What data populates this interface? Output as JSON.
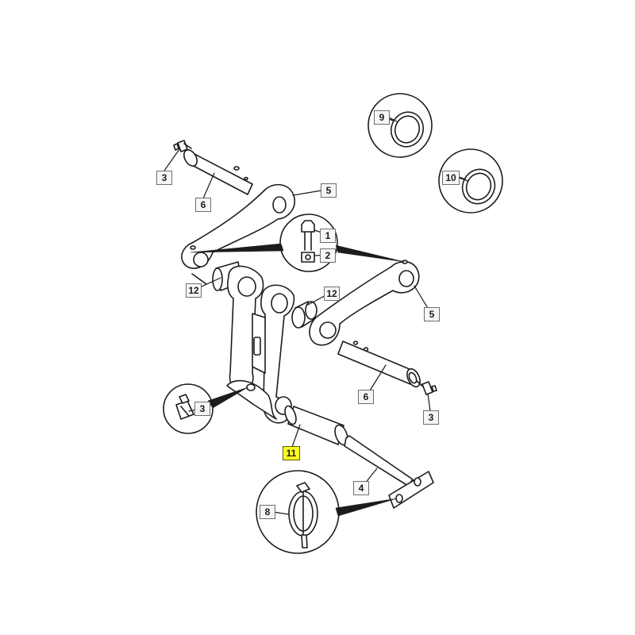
{
  "diagram": {
    "callouts": {
      "part_1": "1",
      "part_2": "2",
      "part_3_top_left": "3",
      "part_3_left_detail": "3",
      "part_3_right": "3",
      "part_4": "4",
      "part_5_left": "5",
      "part_5_right": "5",
      "part_6_left": "6",
      "part_6_right": "6",
      "part_8": "8",
      "part_9": "9",
      "part_10": "10",
      "part_11": "11",
      "part_12_left": "12",
      "part_12_right": "12"
    },
    "highlighted_part": "11",
    "colors": {
      "line": "#1c1c1c",
      "fill": "#ffffff",
      "highlight": "#ffff24"
    }
  }
}
